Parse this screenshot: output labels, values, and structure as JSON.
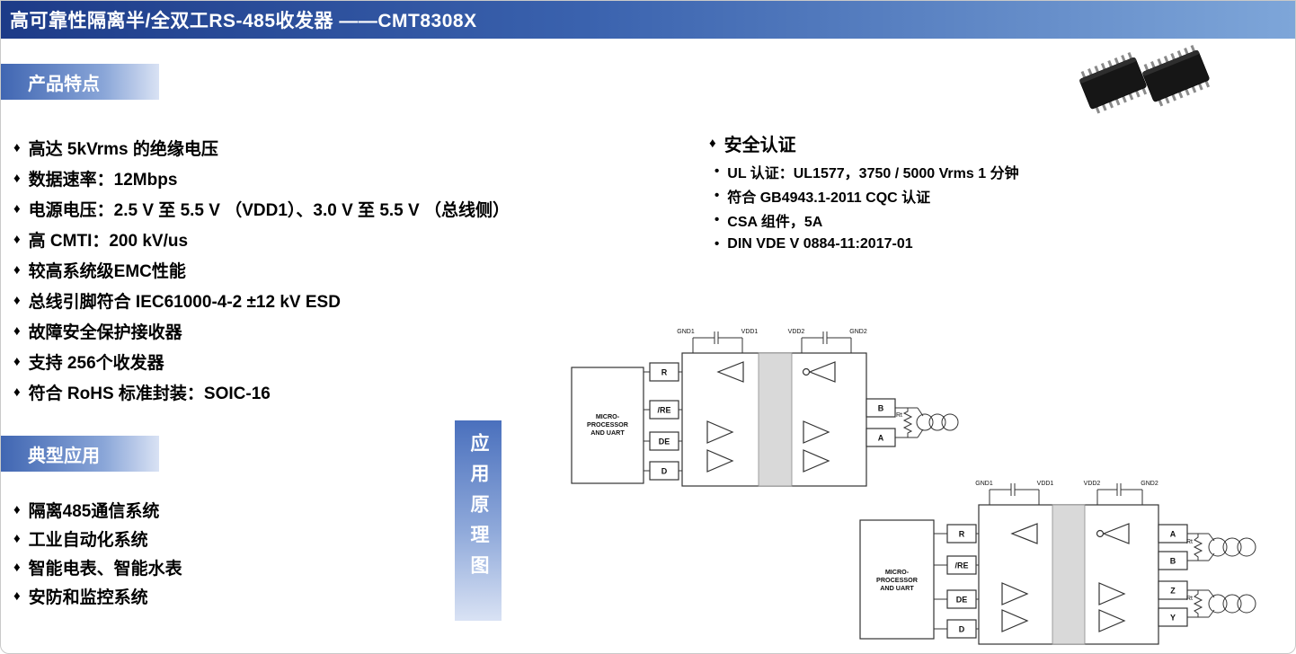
{
  "icons": {
    "diamond": "♦",
    "dot": "•"
  },
  "header": {
    "title": "高可靠性隔离半/全双工RS-485收发器 ——CMT8308X"
  },
  "features": {
    "badge": "产品特点",
    "items": [
      "高达 5kVrms 的绝缘电压",
      "数据速率：12Mbps",
      "电源电压：2.5 V 至 5.5 V （VDD1）、3.0 V 至 5.5 V （总线侧）",
      "高 CMTI：200 kV/us",
      "较高系统级EMC性能",
      "总线引脚符合 IEC61000-4-2 ±12 kV ESD",
      "故障安全保护接收器",
      "支持 256个收发器",
      "符合 RoHS 标准封装：SOIC-16"
    ]
  },
  "safety": {
    "heading": "安全认证",
    "items": [
      "UL 认证：UL1577，3750 / 5000 Vrms 1 分钟",
      "符合 GB4943.1-2011 CQC 认证",
      "CSA 组件，5A",
      "DIN VDE V 0884-11:2017-01"
    ]
  },
  "applications": {
    "badge": "典型应用",
    "items": [
      "隔离485通信系统",
      "工业自动化系统",
      "智能电表、智能水表",
      "安防和监控系统"
    ]
  },
  "schematic": {
    "vertical_badge": "应用原理图",
    "mcu_lines": [
      "MICRO-",
      "PROCESSOR",
      "AND UART"
    ],
    "rt_label": "Rt",
    "d1": {
      "top_labels": [
        "GND1",
        "VDD1",
        "VDD2",
        "GND2"
      ],
      "pins": [
        "R",
        "/RE",
        "DE",
        "D"
      ],
      "bus": [
        "B",
        "A"
      ]
    },
    "d2": {
      "top_labels": [
        "GND1",
        "VDD1",
        "VDD2",
        "GND2"
      ],
      "pins": [
        "R",
        "/RE",
        "DE",
        "D"
      ],
      "bus": [
        "A",
        "B",
        "Z",
        "Y"
      ]
    }
  }
}
